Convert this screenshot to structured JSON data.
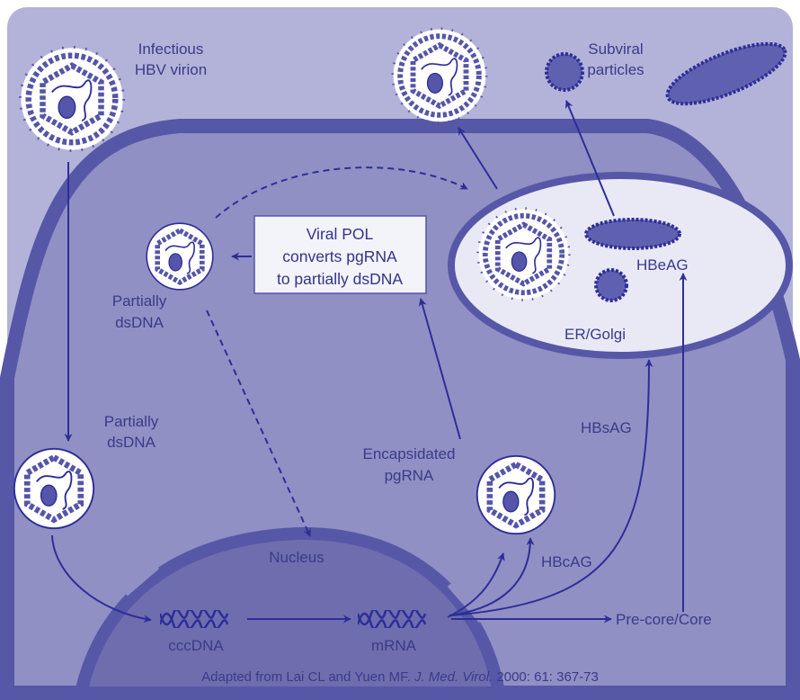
{
  "labels": {
    "virion_line1": "Infectious",
    "virion_line2": "HBV virion",
    "subviral_line1": "Subviral",
    "subviral_line2": "particles",
    "box_line1": "Viral POL",
    "box_line2": "converts pgRNA",
    "box_line3": "to partially dsDNA",
    "partial_top_line1": "Partially",
    "partial_top_line2": "dsDNA",
    "partial_left_line1": "Partially",
    "partial_left_line2": "dsDNA",
    "encaps_line1": "Encapsidated",
    "encaps_line2": "pgRNA",
    "hbeag": "HBeAG",
    "er_golgi": "ER/Golgi",
    "hbsag": "HBsAG",
    "hbcag": "HBcAG",
    "nucleus": "Nucleus",
    "cccdna": "cccDNA",
    "mrna": "mRNA",
    "precore": "Pre-core/Core"
  },
  "citation": {
    "pre": "Adapted from Lai CL and Yuen MF. ",
    "journal": "J. Med. Virol.",
    "post": " 2000: 61: 367-73"
  },
  "colors": {
    "background": "#b3b3d9",
    "cell": "#9090c4",
    "membrane": "#5757a8",
    "nucleus": "#6e6eae",
    "er": "#e9e9f6",
    "arrow": "#2d2d99",
    "bead": "#5555aa"
  }
}
